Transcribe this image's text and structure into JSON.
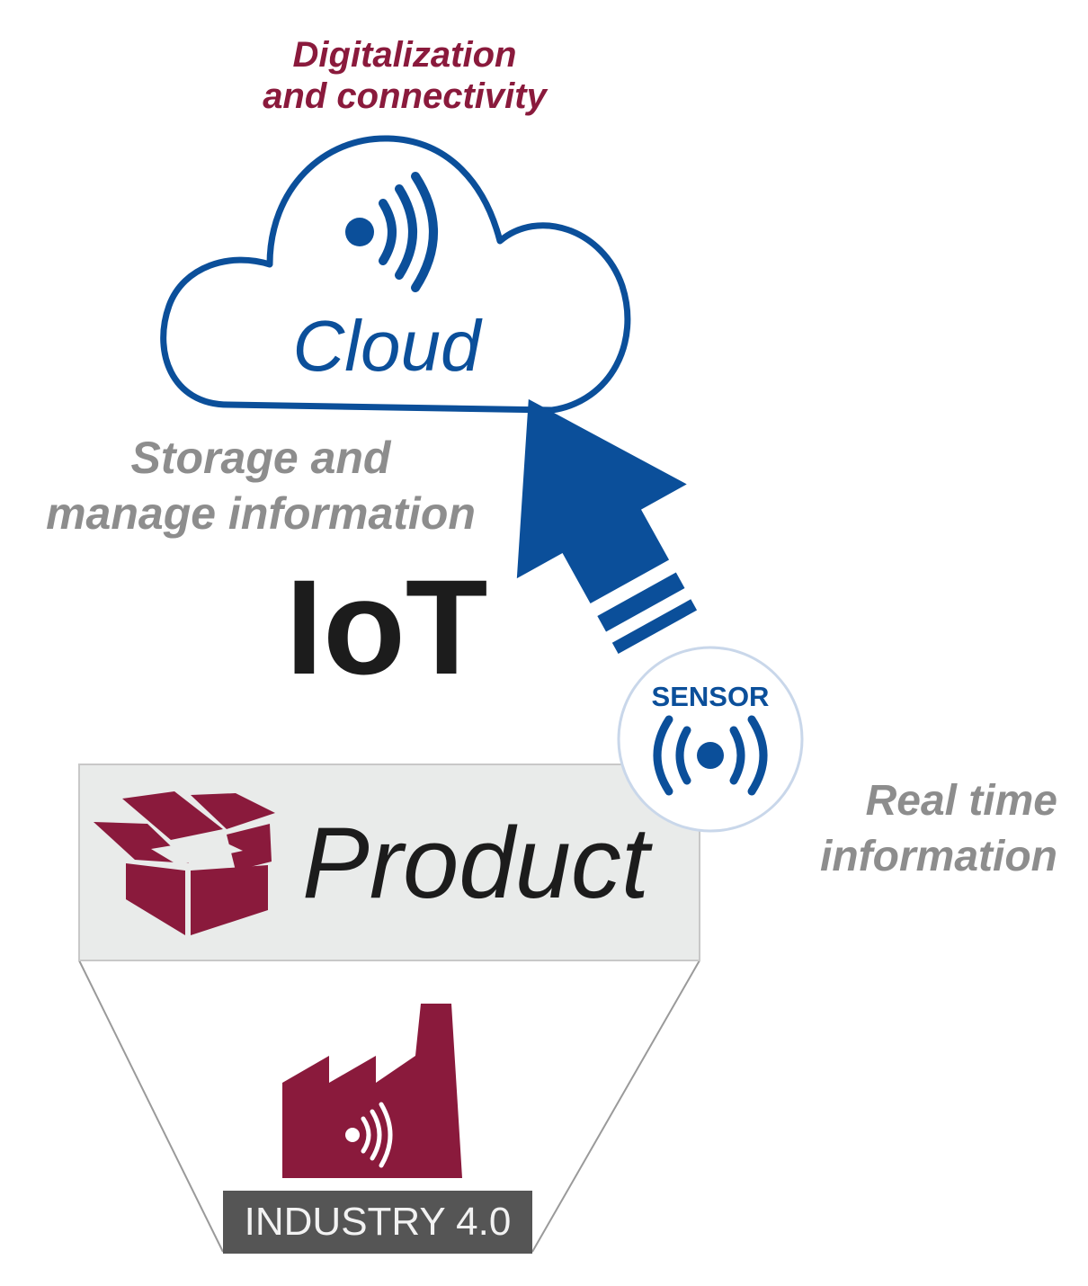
{
  "diagram": {
    "top_caption_line1": "Digitalization",
    "top_caption_line2": "and connectivity",
    "cloud_label": "Cloud",
    "storage_caption_line1": "Storage and",
    "storage_caption_line2": "manage information",
    "iot_title": "IoT",
    "sensor_label": "SENSOR",
    "realtime_caption_line1": "Real time",
    "realtime_caption_line2": "information",
    "product_label": "Product",
    "industry_label": "INDUSTRY 4.0"
  },
  "icons": {
    "cloud": "cloud-icon",
    "cloud_signal": "wireless-signal-icon",
    "upload_arrow": "upload-arrow-icon",
    "sensor": "sensor-broadcast-icon",
    "product": "open-box-icon",
    "factory": "factory-icon",
    "factory_signal": "wireless-signal-icon"
  },
  "colors": {
    "blue": "#0b4f9a",
    "maroon": "#8a1a3c",
    "gray_text": "#8d8d8d",
    "dark_text": "#1c1c1c",
    "product_box": "#e9ebea",
    "industry_bar": "#555555"
  }
}
